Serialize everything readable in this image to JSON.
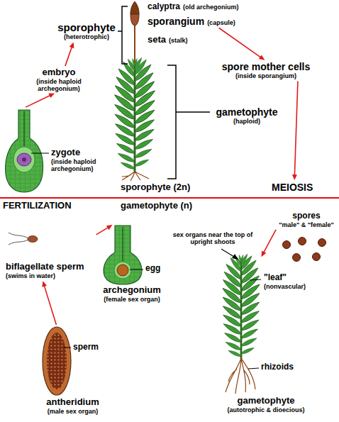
{
  "diagram": {
    "nodes": [
      {
        "text": [
          "sporophyte",
          "(heterotrophic)"
        ]
      },
      {
        "text": [
          "embryo",
          "(inside haploid archegonium)"
        ]
      },
      {
        "text": [
          "zygote",
          "(inside haploid archegonium)"
        ]
      },
      {
        "text": [
          "sporangium",
          "(capsule)"
        ]
      },
      {
        "text": [
          "spore mother cells",
          "(inside sporangium)"
        ]
      },
      {
        "text": [
          "MEIOSIS"
        ]
      },
      {
        "text": [
          "spores",
          "\"male\" & \"female\""
        ]
      },
      {
        "text": [
          "biflagellate sperm",
          "(swims in water)"
        ]
      },
      {
        "text": [
          "archegonium",
          "(female sex organ)"
        ]
      },
      {
        "text": [
          "antheridium",
          "(male sex organ)"
        ]
      },
      {
        "text": [
          "gametophyte",
          "(autotrophic & dioecious)"
        ]
      }
    ],
    "edges": [
      {
        "from": 2,
        "to": 1,
        "arrow": "to"
      },
      {
        "from": 1,
        "to": 0,
        "arrow": "to"
      },
      {
        "from": 3,
        "to": 4,
        "arrow": "to"
      },
      {
        "from": 4,
        "to": 5,
        "arrow": "to"
      },
      {
        "from": 6,
        "to": 10,
        "arrow": "to"
      },
      {
        "from": 9,
        "to": 7,
        "arrow": "to"
      },
      {
        "from": 7,
        "to": 8,
        "arrow": "to"
      }
    ],
    "labels": [
      "calyptra",
      "(old archegonium)",
      "seta",
      "(stalk)",
      "gametophyte",
      "(haploid)",
      "sporophyte (2n)",
      "FERTILIZATION",
      "gametophyte (n)",
      "sex organs near the top of upright shoots",
      "\"leaf\"",
      "(nonvascular)",
      "egg",
      "sperm",
      "rhizoids"
    ]
  }
}
